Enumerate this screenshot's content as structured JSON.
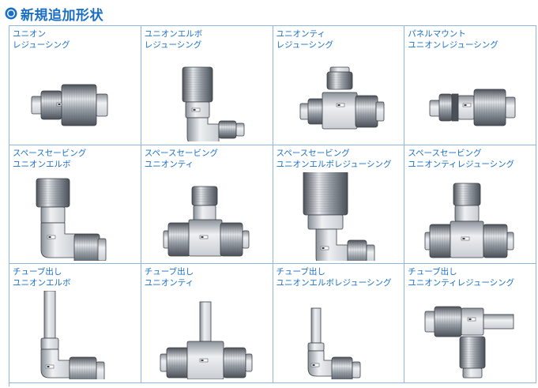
{
  "header": {
    "title": "新規追加形状",
    "icon": "circle-bullet-icon",
    "accent": "#1a6fc4"
  },
  "cells": [
    {
      "line1": "ユニオン",
      "line2": "レジューシング",
      "shape": "union-reducing"
    },
    {
      "line1": "ユニオンエルボ",
      "line2": "レジューシング",
      "shape": "elbow-reducing"
    },
    {
      "line1": "ユニオンティ",
      "line2": "レジューシング",
      "shape": "tee-reducing"
    },
    {
      "line1": "パネルマウント",
      "line2": "ユニオンレジューシング",
      "shape": "panel-union"
    },
    {
      "line1": "スペースセービング",
      "line2": "ユニオンエルボ",
      "shape": "ss-elbow"
    },
    {
      "line1": "スペースセービング",
      "line2": "ユニオンティ",
      "shape": "ss-tee"
    },
    {
      "line1": "スペースセービング",
      "line2": "ユニオンエルボレジューシング",
      "shape": "ss-elbow-reducing"
    },
    {
      "line1": "スペースセービング",
      "line2": "ユニオンティレジューシング",
      "shape": "ss-tee-reducing"
    },
    {
      "line1": "チューブ出し",
      "line2": "ユニオンエルボ",
      "shape": "tube-elbow"
    },
    {
      "line1": "チューブ出し",
      "line2": "ユニオンティ",
      "shape": "tube-tee"
    },
    {
      "line1": "チューブ出し",
      "line2": "ユニオンエルボレジューシング",
      "shape": "tube-elbow-reducing"
    },
    {
      "line1": "チューブ出し",
      "line2": "ユニオンティレジューシング",
      "shape": "tube-tee-reducing"
    }
  ]
}
